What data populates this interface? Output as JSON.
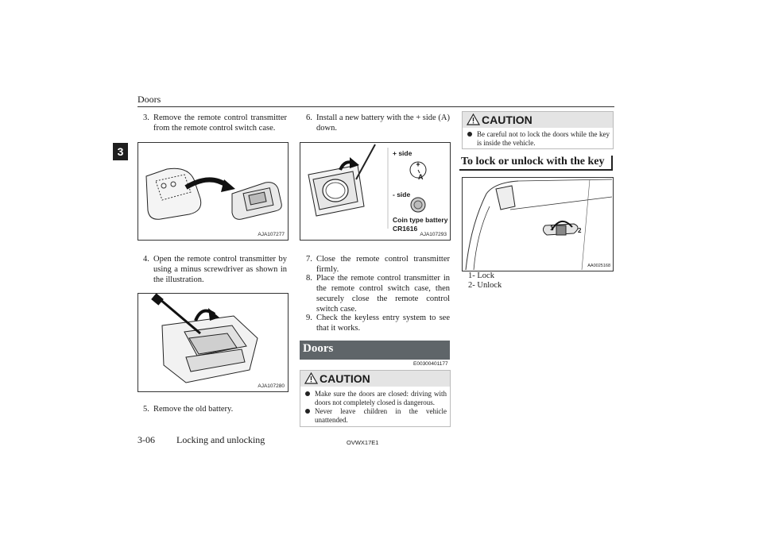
{
  "header": {
    "title": "Doors",
    "chapter_tab": "3"
  },
  "left_column": {
    "step3": {
      "num": "3.",
      "text": "Remove the remote control transmitter from the remote control switch case."
    },
    "figure1_code": "AJA107277",
    "step4": {
      "num": "4.",
      "text": "Open the remote control transmitter by using a minus screwdriver as shown in the illustration."
    },
    "figure2_code": "AJA107280",
    "step5": {
      "num": "5.",
      "text": "Remove the old battery."
    }
  },
  "middle_column": {
    "step6": {
      "num": "6.",
      "text": "Install a new battery with the + side (A) down."
    },
    "figure3": {
      "plus_side": "+ side",
      "minus_side": "- side",
      "label_a": "A",
      "battery_type_line1": "Coin type battery",
      "battery_type_line2": "CR1616",
      "code": "AJA107293"
    },
    "step7": {
      "num": "7.",
      "text": "Close the remote control transmitter firmly."
    },
    "step8": {
      "num": "8.",
      "text": "Place the remote control transmitter in the remote control switch case, then securely close the remote control switch case."
    },
    "step9": {
      "num": "9.",
      "text": "Check the keyless entry system to see that it works."
    },
    "doors_heading": "Doors",
    "doors_code": "E00300401177",
    "caution": {
      "label": "CAUTION",
      "bullets": [
        "Make sure the doors are closed: driving with doors not completely closed is dangerous.",
        "Never leave children in the vehicle unattended."
      ]
    }
  },
  "right_column": {
    "caution": {
      "label": "CAUTION",
      "bullets": [
        "Be careful not to lock the doors while the key is inside the vehicle."
      ]
    },
    "lock_heading": "To lock or unlock with the key",
    "figure4": {
      "callout_1": "1",
      "callout_2": "2",
      "code": "AA0025168"
    },
    "legend": [
      "1- Lock",
      "2- Unlock"
    ]
  },
  "footer": {
    "page": "3-06",
    "section": "Locking and unlocking",
    "doc_code": "OVWX17E1"
  }
}
